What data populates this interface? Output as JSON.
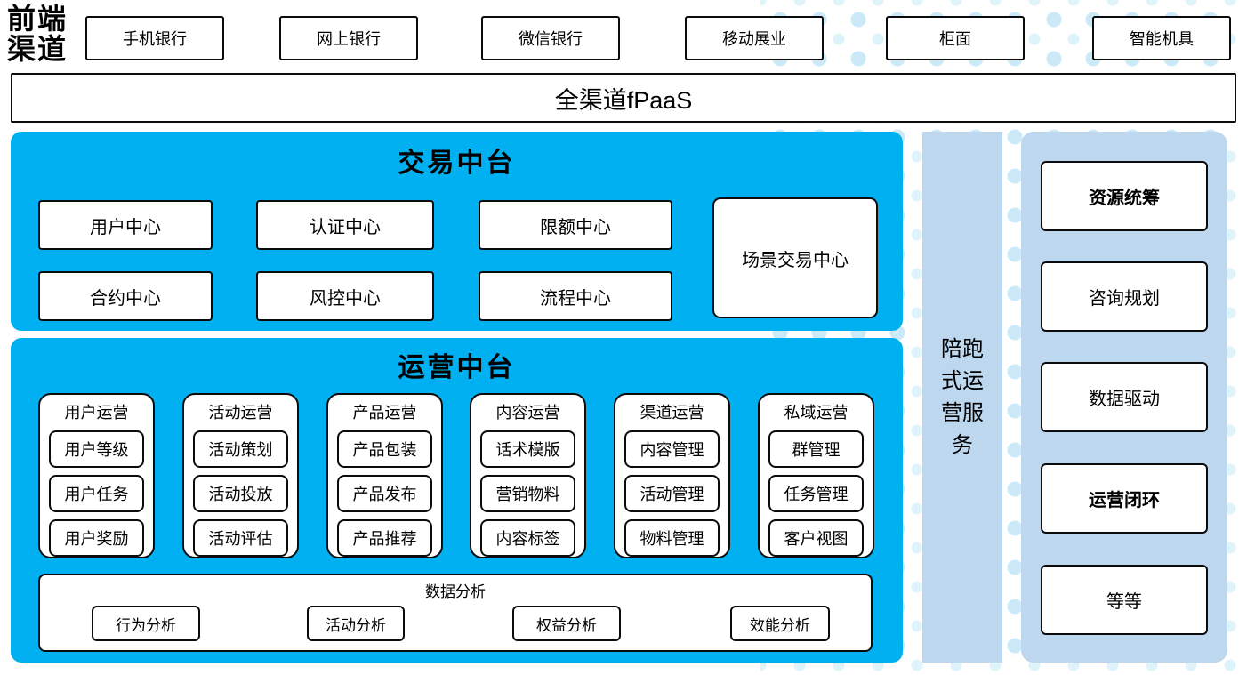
{
  "front_channels": {
    "label": "前端渠道",
    "items": [
      "手机银行",
      "网上银行",
      "微信银行",
      "移动展业",
      "柜面",
      "智能机具"
    ]
  },
  "fpaas": {
    "label": "全渠道fPaaS"
  },
  "transaction_platform": {
    "title": "交易中台",
    "row1": [
      "用户中心",
      "认证中心",
      "限额中心"
    ],
    "row2": [
      "合约中心",
      "风控中心",
      "流程中心"
    ],
    "tall_box": "场景交易中心"
  },
  "operation_platform": {
    "title": "运营中台",
    "groups": [
      {
        "title": "用户运营",
        "items": [
          "用户等级",
          "用户任务",
          "用户奖励"
        ]
      },
      {
        "title": "活动运营",
        "items": [
          "活动策划",
          "活动投放",
          "活动评估"
        ]
      },
      {
        "title": "产品运营",
        "items": [
          "产品包装",
          "产品发布",
          "产品推荐"
        ]
      },
      {
        "title": "内容运营",
        "items": [
          "话术模版",
          "营销物料",
          "内容标签"
        ]
      },
      {
        "title": "渠道运营",
        "items": [
          "内容管理",
          "活动管理",
          "物料管理"
        ]
      },
      {
        "title": "私域运营",
        "items": [
          "群管理",
          "任务管理",
          "客户视图"
        ]
      }
    ],
    "data_analysis": {
      "title": "数据分析",
      "items": [
        "行为分析",
        "活动分析",
        "权益分析",
        "效能分析"
      ]
    }
  },
  "side_service": {
    "label": "陪跑式运营服务"
  },
  "right_panel": {
    "items": [
      {
        "label": "资源统筹",
        "bold": true
      },
      {
        "label": "咨询规划",
        "bold": false
      },
      {
        "label": "数据驱动",
        "bold": false
      },
      {
        "label": "运营闭环",
        "bold": true
      },
      {
        "label": "等等",
        "bold": false
      }
    ]
  },
  "colors": {
    "primary_blue": "#00B0F0",
    "light_blue": "#BDD7EE",
    "dot_blue": "#CBE9F7"
  }
}
